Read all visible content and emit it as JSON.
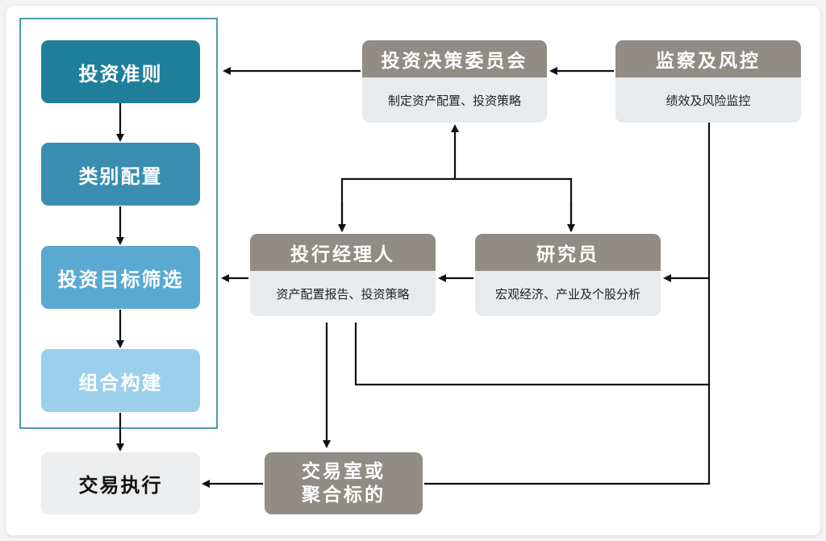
{
  "left_column": {
    "steps": [
      {
        "label": "投资准则",
        "color": "#1f7f9a"
      },
      {
        "label": "类别配置",
        "color": "#3a8fb1"
      },
      {
        "label": "投资目标筛选",
        "color": "#5aa9d2"
      },
      {
        "label": "组合构建",
        "color": "#9ccfec"
      }
    ],
    "execution": {
      "label": "交易执行"
    }
  },
  "committee": {
    "title": "投资决策委员会",
    "desc": "制定资产配置、投资策略"
  },
  "monitor": {
    "title": "监察及风控",
    "desc": "绩效及风险监控"
  },
  "manager": {
    "title": "投行经理人",
    "desc": "资产配置报告、投资策略"
  },
  "researcher": {
    "title": "研究员",
    "desc": "宏观经济、产业及个股分析"
  },
  "trading_room": {
    "line1": "交易室或",
    "line2": "聚合标的"
  },
  "colors": {
    "grey_header": "#918c86",
    "grey_body": "#e8ebed",
    "arrow": "#111111",
    "frame": "#4a9cb6"
  }
}
